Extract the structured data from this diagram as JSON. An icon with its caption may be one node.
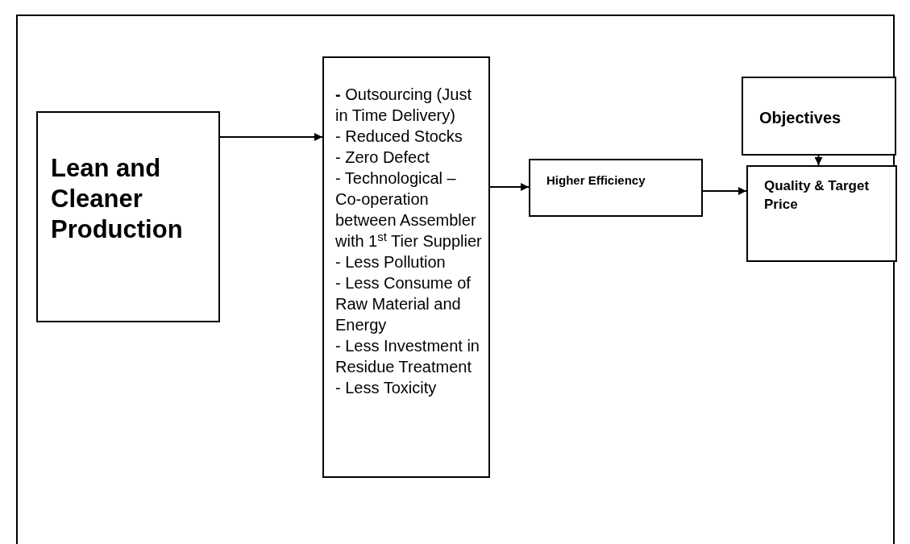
{
  "diagram": {
    "nodes": [
      {
        "text": [
          "Lean and Cleaner Production"
        ]
      },
      {
        "text": [
          "**-** Outsourcing (Just in Time Delivery)",
          "- Reduced Stocks",
          "- Zero Defect",
          "- Technological – Co-operation between Assembler with 1$^{st}$ Tier Supplier",
          "- Less Pollution",
          "- Less Consume of Raw Material and Energy",
          "- Less Investment in Residue Treatment",
          "- Less Toxicity"
        ]
      },
      {
        "text": [
          "Higher Efficiency"
        ]
      },
      {
        "text": [
          "Quality & Target Price"
        ]
      },
      {
        "text": [
          "Objectives"
        ]
      }
    ],
    "edges": [
      {
        "from": 0,
        "to": 1,
        "arrow": "to"
      },
      {
        "from": 1,
        "to": 2,
        "arrow": "to"
      },
      {
        "from": 2,
        "to": 3,
        "arrow": "to"
      },
      {
        "from": 4,
        "to": 3,
        "arrow": "to"
      }
    ]
  }
}
